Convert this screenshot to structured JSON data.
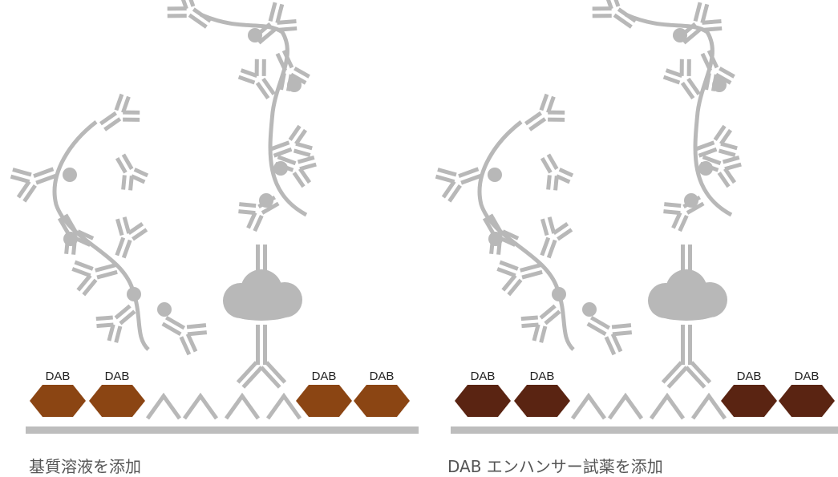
{
  "panels": [
    {
      "caption": "基質溶液を添加",
      "dab_label": "DAB",
      "dab_color": "#8B4513"
    },
    {
      "caption": "DAB エンハンサー試薬を添加",
      "dab_label": "DAB",
      "dab_color": "#5A2412"
    }
  ],
  "colors": {
    "antibody_gray": "#B8B8B8",
    "base_gray": "#BDBDBD"
  }
}
